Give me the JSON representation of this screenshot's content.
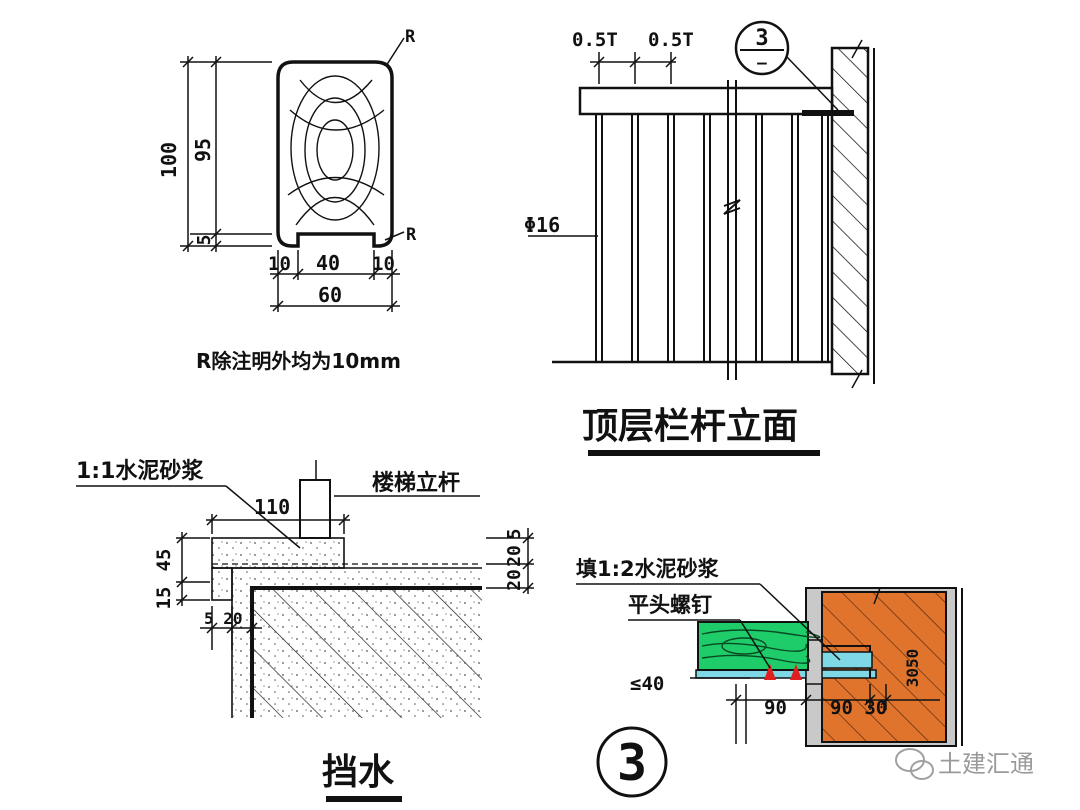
{
  "handrail_section": {
    "radius_mark_top": "R",
    "radius_mark_bottom": "R",
    "dim_overall_height": "100",
    "dim_body_height": "95",
    "dim_groove_height": "5",
    "dim_left_lip": "10",
    "dim_groove_width": "40",
    "dim_right_lip": "10",
    "dim_overall_width": "60",
    "note": "R除注明外均为10mm"
  },
  "railing_elevation": {
    "dim_spacing_left": "0.5T",
    "dim_spacing_right": "0.5T",
    "detail_callout_number": "3",
    "detail_callout_sheet": "—",
    "bar_diameter_label": "Φ16",
    "title": "顶层栏杆立面"
  },
  "water_stop": {
    "label_mortar": "1:1水泥砂浆",
    "label_post": "楼梯立杆",
    "dim_width": "110",
    "dim_left_upper": "45",
    "dim_left_lower": "15",
    "dim_right_upper": "5",
    "dim_right_mid": "20",
    "dim_right_lower": "20",
    "dim_bottom": "5 20",
    "title": "挡水"
  },
  "detail_3": {
    "label_fill": "填1:2水泥砂浆",
    "label_screw": "平头螺钉",
    "dim_left": "≤40",
    "dim_mid": "90",
    "dim_right": "90 30",
    "dim_vertical": "3050",
    "detail_number": "3"
  },
  "watermark": {
    "text": "土建汇通"
  },
  "colors": {
    "line": "#111111",
    "wood": "#1ecc6a",
    "brick": "#e1742c",
    "red_mark": "#e02020",
    "steel_cyan": "#7fd8e6"
  }
}
